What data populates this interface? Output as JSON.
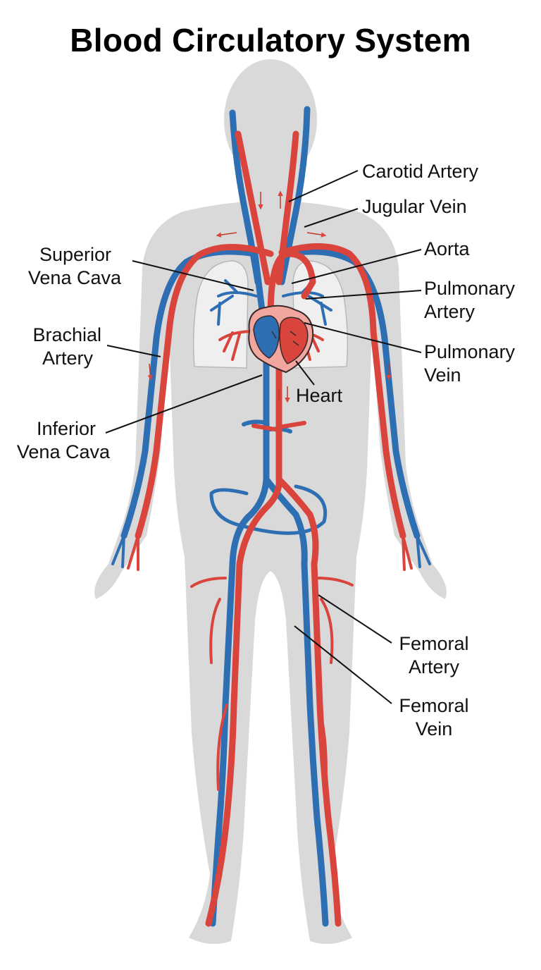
{
  "title": "Blood Circulatory System",
  "labels": {
    "carotid_artery": "Carotid Artery",
    "jugular_vein": "Jugular Vein",
    "aorta": "Aorta",
    "pulmonary_artery_1": "Pulmonary",
    "pulmonary_artery_2": "Artery",
    "pulmonary_vein_1": "Pulmonary",
    "pulmonary_vein_2": "Vein",
    "superior_vena_cava_1": "Superior",
    "superior_vena_cava_2": "Vena Cava",
    "brachial_artery_1": "Brachial",
    "brachial_artery_2": "Artery",
    "heart": "Heart",
    "inferior_vena_cava_1": "Inferior",
    "inferior_vena_cava_2": "Vena Cava",
    "femoral_artery_1": "Femoral",
    "femoral_artery_2": "Artery",
    "femoral_vein_1": "Femoral",
    "femoral_vein_2": "Vein"
  },
  "colors": {
    "artery": "#d9443c",
    "vein": "#2e6fb4",
    "body": "#d9d9d9",
    "lungs": "#efefef",
    "heart_outer": "#f2a6a0"
  }
}
